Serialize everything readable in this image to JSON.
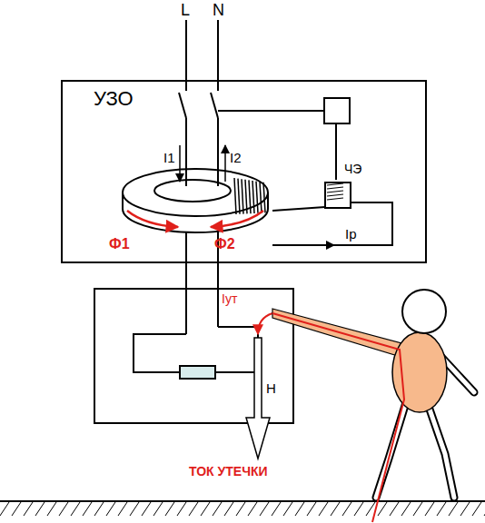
{
  "diagram": {
    "nodes": [
      {
        "text": [
          "УЗО"
        ]
      },
      {
        "text": [
          "ЧЭ"
        ],
        "in": 0
      }
    ],
    "labels": [
      "L",
      "N",
      "I1",
      "I2",
      "Ф1",
      "Ф2",
      "Iр",
      "Iут",
      "Н",
      "ТОК УТЕЧКИ"
    ]
  }
}
